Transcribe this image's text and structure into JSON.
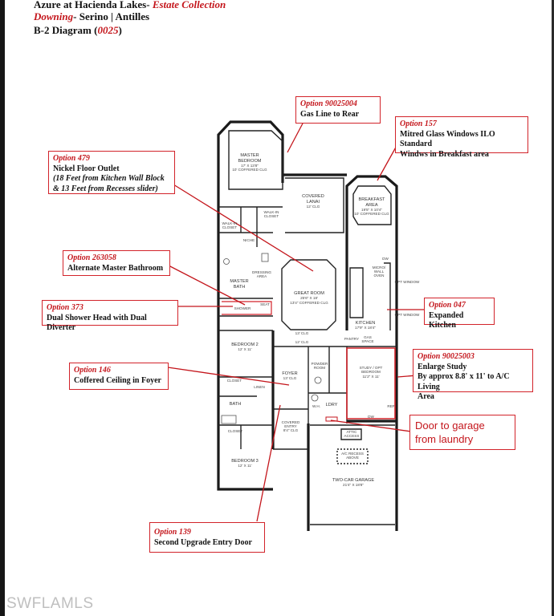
{
  "header": {
    "line1_main": "Azure at Hacienda Lakes-",
    "line1_accent": "Estate Collection",
    "line2_accent": "Downing",
    "line2_main": "- Serino | Antilles",
    "line3_main": "B-2 Diagram (",
    "line3_accent": "0025",
    "line3_end": ")"
  },
  "options": {
    "gas_line": {
      "code": "Option 90025004",
      "text": "Gas Line to Rear"
    },
    "mitred_glass": {
      "code": "Option 157",
      "line1": "Mitred Glass Windows ILO Standard",
      "line2": "Windws in Breakfast area"
    },
    "nickel_outlet": {
      "code": "Option 479",
      "line1": "Nickel Floor Outlet",
      "line2": "(18 Feet from Kitchen Wall Block",
      "line3": "& 13 Feet from Recesses slider)"
    },
    "alt_bath": {
      "code": "Option 263058",
      "text": "Alternate Master Bathroom"
    },
    "dual_shower": {
      "code": "Option  373",
      "text": "Dual Shower Head with Dual Diverter"
    },
    "expanded_kitchen": {
      "code": "Option 047",
      "text": "Expanded Kitchen"
    },
    "coffered_foyer": {
      "code": "Option 146",
      "text": "Coffered Ceiling in Foyer"
    },
    "enlarge_study": {
      "code": "Option 90025003",
      "line1": "Enlarge Study",
      "line2": "By approx 8.8' x 11' to A/C Living",
      "line3": "Area"
    },
    "entry_door": {
      "code": "Option 139",
      "text": "Second Upgrade  Entry Door"
    }
  },
  "garage_note": {
    "line1": "Door to garage",
    "line2": "from laundry"
  },
  "rooms": {
    "master_bedroom": {
      "name1": "MASTER",
      "name2": "BEDROOM",
      "dim": "17' X 13'8\"",
      "note": "10' COFFERED CLG"
    },
    "covered_lanai": {
      "name1": "COVERED",
      "name2": "LANAI",
      "note": "12' CLG"
    },
    "breakfast": {
      "name1": "BREAKFAST",
      "name2": "AREA",
      "dim": "19'5\" X 10'4\"",
      "note": "10' COFFERED CLG"
    },
    "walkin_closet_left": {
      "name1": "WALK-IN",
      "name2": "CLOSET"
    },
    "walkin_closet_right": {
      "name1": "WALK-IN",
      "name2": "CLOSET"
    },
    "niche": "NICHE",
    "dressing": {
      "name1": "DRESSING",
      "name2": "AREA"
    },
    "master_bath": {
      "name1": "MASTER",
      "name2": "BATH"
    },
    "shower": "SHOWER",
    "seat": "SEAT",
    "great_room": {
      "name": "GREAT ROOM",
      "dim": "25'6\" X 18'",
      "note": "13'4\" COFFERED CLG"
    },
    "micro_wall_oven": {
      "name1": "MICRO/",
      "name2": "WALL",
      "name3": "OVEN"
    },
    "kitchen": {
      "name": "KITCHEN",
      "dim": "17'9\" X 18'4\""
    },
    "pantry": "PANTRY",
    "gas_space": {
      "name1": "GAS",
      "name2": "SPACE"
    },
    "ceiling_13": "13' CLG",
    "ceiling_12": "12' CLG",
    "bedroom2": {
      "name": "BEDROOM 2",
      "dim": "12' X 11'"
    },
    "foyer": {
      "name": "FOYER",
      "note": "13' CLG"
    },
    "powder_room": {
      "name1": "POWDER",
      "name2": "ROOM"
    },
    "study": {
      "name": "STUDY / OPT",
      "name2": "BEDROOM",
      "dim": "11'2\" X 11'"
    },
    "closet": "CLOSET",
    "linen": "LINEN",
    "bath": "BATH",
    "bedroom3": {
      "name": "BEDROOM 3",
      "dim": "12' X 11'"
    },
    "covered_entry": {
      "name1": "COVERED",
      "name2": "ENTRY",
      "note": "8'4\" CLG"
    },
    "wh": "W.H.",
    "laundry": "LDRY",
    "attic_access": {
      "name1": "ATTIC",
      "name2": "ACCESS"
    },
    "ac_recess": {
      "name1": "A/C RECESS",
      "name2": "ABOVE"
    },
    "garage": {
      "name": "TWO-CAR GARAGE",
      "dim": "21'4\" X 18'8\""
    },
    "opt_window": "OPT WINDOW",
    "dw": "DW",
    "ref": "REF"
  },
  "watermark": "SWFLAMLS"
}
